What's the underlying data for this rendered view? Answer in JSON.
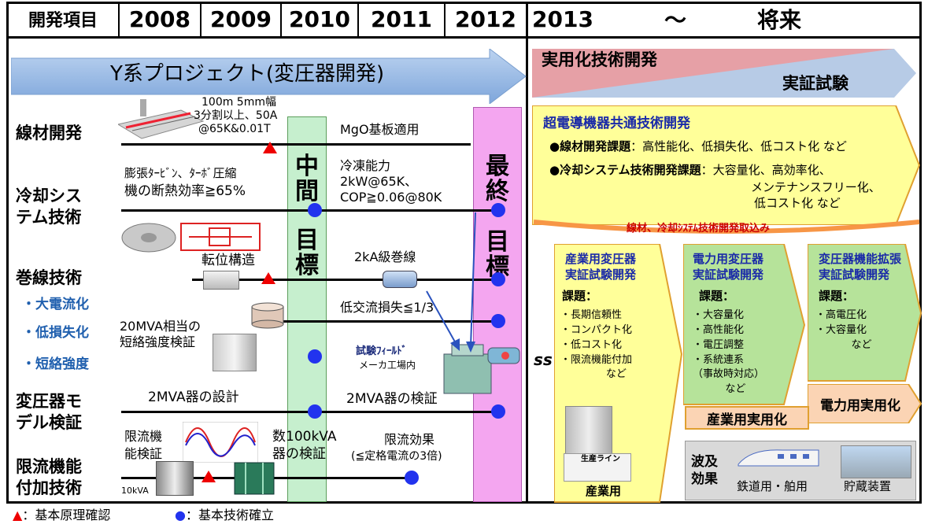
{
  "header": {
    "label": "開発項目",
    "years": [
      "2008",
      "2009",
      "2010",
      "2011",
      "2012",
      "2013"
    ],
    "tilde": "～",
    "future": "将来"
  },
  "project_arrow": "Y系プロジェクト(変圧器開発)",
  "future_band": {
    "top": "実用化技術開発",
    "bottom": "実証試験"
  },
  "rows": {
    "wire": "線材開発",
    "cooling": [
      "冷却シス",
      "テム技術"
    ],
    "winding": "巻線技術",
    "winding_subs": [
      "・大電流化",
      "・低損失化",
      "・短絡強度"
    ],
    "model": [
      "変圧器モ",
      "デル検証"
    ],
    "limiter": [
      "限流機能",
      "付加技術"
    ]
  },
  "milestones": {
    "mid": [
      "中",
      "間",
      "目",
      "標"
    ],
    "final": [
      "最",
      "終",
      "目",
      "標"
    ]
  },
  "notes": {
    "wire_spec": [
      "100m 5mm幅",
      "3分割以上、50A",
      "@65K&0.01T"
    ],
    "mgo": "MgO基板適用",
    "turbine": [
      "膨張ﾀｰﾋﾞﾝ、ﾀｰﾎﾞ圧縮",
      "機の断熱効率≧65%"
    ],
    "refrig": [
      "冷凍能力",
      "2kW@65K、",
      "COP≧0.06@80K"
    ],
    "transpose": "転位構造",
    "coil2ka": "2kA級巻線",
    "acloss": "低交流損失≦1/3",
    "short": [
      "20MVA相当の",
      "短絡強度検証"
    ],
    "field": [
      "試験ﾌｨｰﾙﾄﾞ",
      "メーカ工場内"
    ],
    "design2": "2MVA器の設計",
    "verify2": "2MVA器の検証",
    "limitfn": [
      "限流機",
      "能検証"
    ],
    "kva100": [
      "数100kVA",
      "器の検証"
    ],
    "limeffect": [
      "限流効果",
      "(≦定格電流の3倍)"
    ],
    "kva10": "10kVA"
  },
  "common_box": {
    "title": "超電導機器共通技術開発",
    "item1_head": "●線材開発課題",
    "item1_body": "：高性能化、低損失化、低コスト化  など",
    "item2_head": "●冷却システム技術開発課題",
    "item2_body": "：大容量化、高効率化、",
    "item2_more": [
      "メンテナンスフリー化、",
      "低コスト化  など"
    ]
  },
  "incorporate": "線材、冷却ｼｽﾃﾑ技術開発取込み",
  "wave_mark": "ss",
  "industrial_box": {
    "title": [
      "産業用変圧器",
      "実証試験開発"
    ],
    "kadai": "課題：",
    "items": [
      "・長期信頼性",
      "・コンパクト化",
      "・低コスト化",
      "・限流機能付加",
      "              など"
    ],
    "line_label": "生産ライン",
    "footer": "産業用"
  },
  "power_box": {
    "title": [
      "電力用変圧器",
      "実証試験開発"
    ],
    "kadai": "課題：",
    "items": [
      "・大容量化",
      "・高性能化",
      "・電圧調整",
      "・系統連系",
      "（事故時対応）",
      "          など"
    ]
  },
  "ext_box": {
    "title": [
      "変圧器機能拡張",
      "実証試験開発"
    ],
    "kadai": "課題：",
    "items": [
      "・高電圧化",
      "・大容量化",
      "           など"
    ]
  },
  "practical": {
    "industrial": "産業用実用化",
    "power": "電力用実用化"
  },
  "ripple": {
    "label": [
      "波及",
      "効果"
    ],
    "rail": "鉄道用・舶用",
    "storage": "貯蔵装置"
  },
  "legend": {
    "triangle": "▲：基本原理確認",
    "circle": "●：基本技術確立"
  },
  "colors": {
    "arrow_blue": "#8fb4e3",
    "mid_green": "#c6efce",
    "final_pink": "#f4a6f0",
    "yellow_box": "#ffff99",
    "green_box": "#b6e39a",
    "orange": "#f79646",
    "dot_blue": "#2233ee",
    "triangle_red": "#ee0000"
  }
}
